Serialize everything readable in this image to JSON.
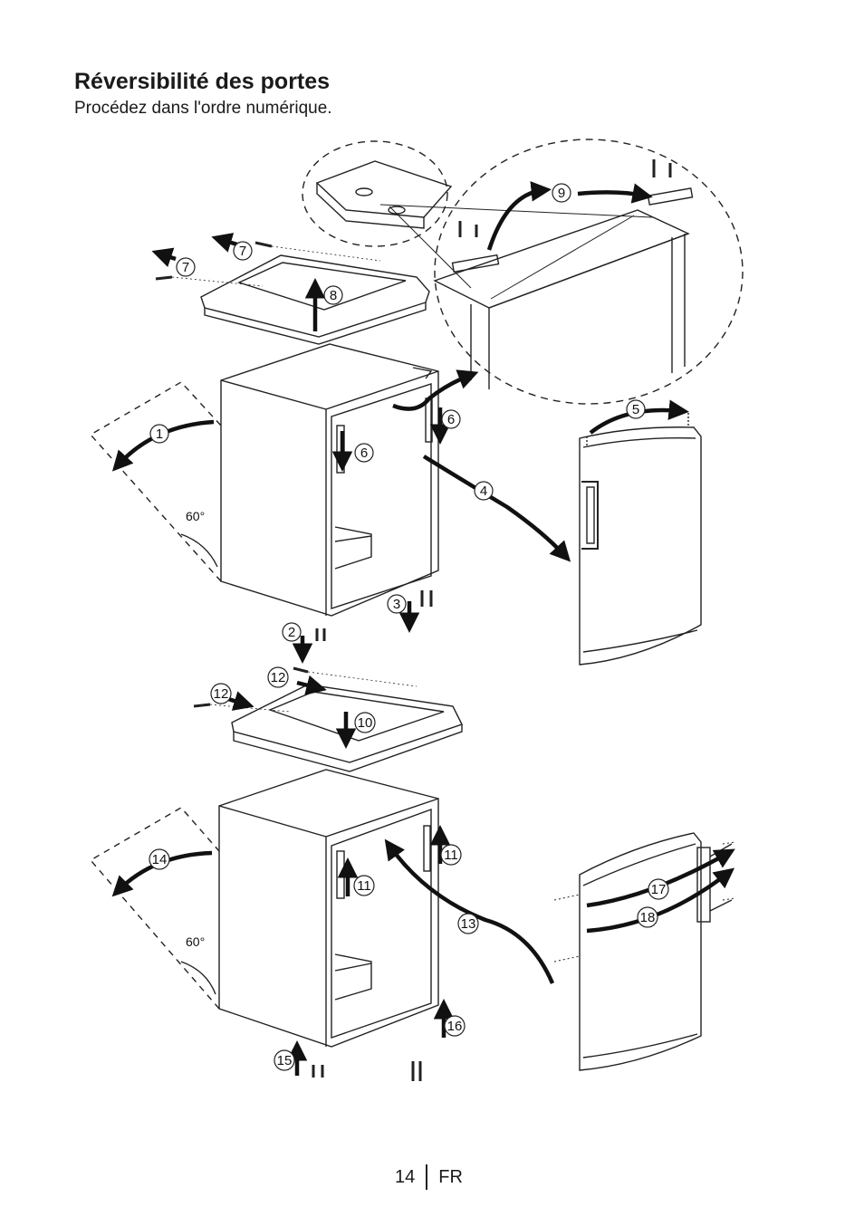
{
  "heading": {
    "title": "Réversibilité des portes",
    "subtitle": "Procédez dans l'ordre numérique."
  },
  "diagram": {
    "angle_label": "60°",
    "steps": [
      "1",
      "2",
      "3",
      "4",
      "5",
      "6",
      "7",
      "8",
      "9",
      "10",
      "11",
      "12",
      "13",
      "14",
      "15",
      "16",
      "17",
      "18"
    ]
  },
  "footer": {
    "page_number": "14",
    "language": "FR"
  }
}
